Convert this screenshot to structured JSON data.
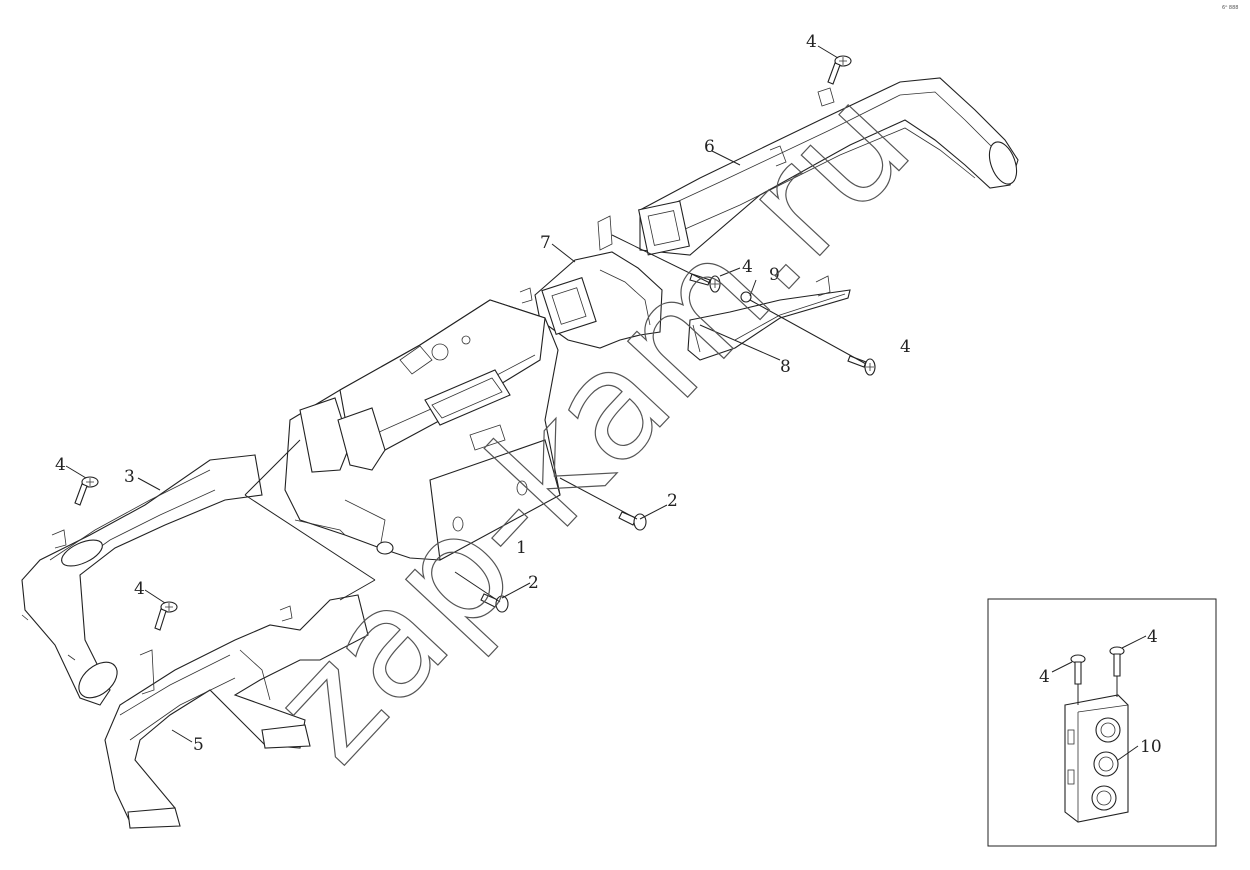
{
  "watermark": "zap-kam.ru",
  "corner_code": "6ᴬ 888",
  "labels": {
    "p1": "1",
    "p2a": "2",
    "p2b": "2",
    "p3": "3",
    "p4_top": "4",
    "p4_mid": "4",
    "p4_right": "4",
    "p4_left": "4",
    "p4_lower": "4",
    "p4_box_left": "4",
    "p4_box_right": "4",
    "p5": "5",
    "p6": "6",
    "p7": "7",
    "p8": "8",
    "p9": "9",
    "p10": "10"
  }
}
